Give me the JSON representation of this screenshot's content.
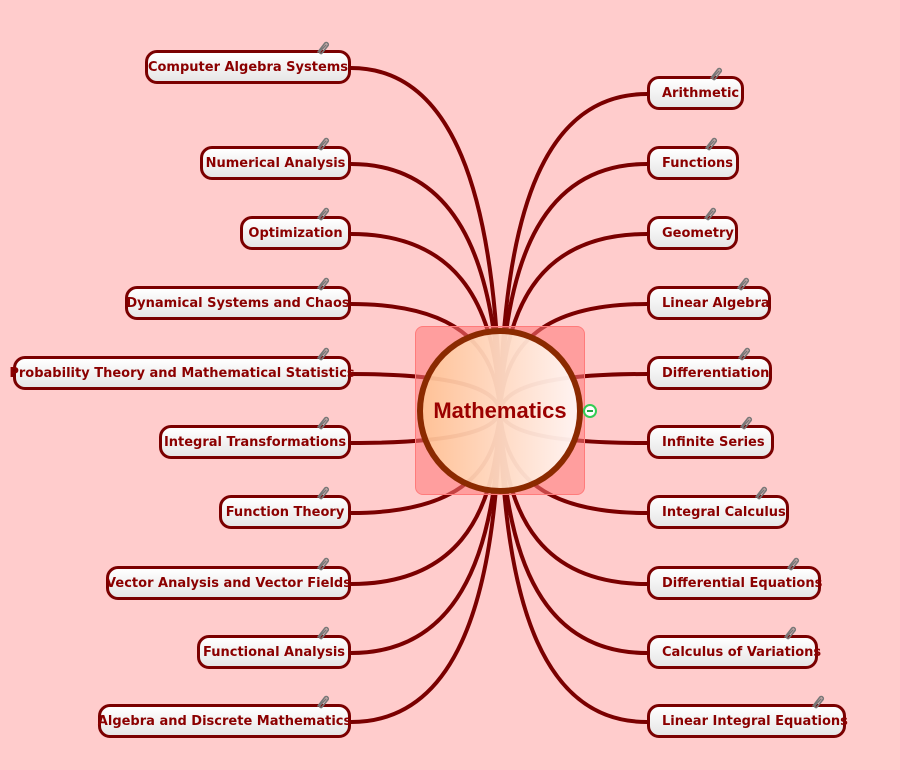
{
  "center": {
    "label": "Mathematics"
  },
  "left_topics": [
    {
      "label": "Computer Algebra Systems"
    },
    {
      "label": "Numerical Analysis"
    },
    {
      "label": "Optimization"
    },
    {
      "label": "Dynamical Systems and Chaos"
    },
    {
      "label": "Probability Theory and Mathematical Statistics"
    },
    {
      "label": "Integral Transformations"
    },
    {
      "label": "Function Theory"
    },
    {
      "label": "Vector Analysis and Vector Fields"
    },
    {
      "label": "Functional Analysis"
    },
    {
      "label": "Algebra and Discrete Mathematics"
    }
  ],
  "right_topics": [
    {
      "label": "Arithmetic"
    },
    {
      "label": "Functions"
    },
    {
      "label": "Geometry"
    },
    {
      "label": "Linear Algebra"
    },
    {
      "label": "Differentiation"
    },
    {
      "label": "Infinite Series"
    },
    {
      "label": "Integral Calculus"
    },
    {
      "label": "Differential Equations"
    },
    {
      "label": "Calculus of Variations"
    },
    {
      "label": "Linear Integral Equations"
    }
  ],
  "colors": {
    "background": "#ffcccc",
    "link": "#7a0000",
    "text": "#8b0000",
    "center_border": "#8b2a00"
  },
  "icons": {
    "attachment": "paperclip-icon",
    "collapse": "collapse-minus-icon"
  }
}
